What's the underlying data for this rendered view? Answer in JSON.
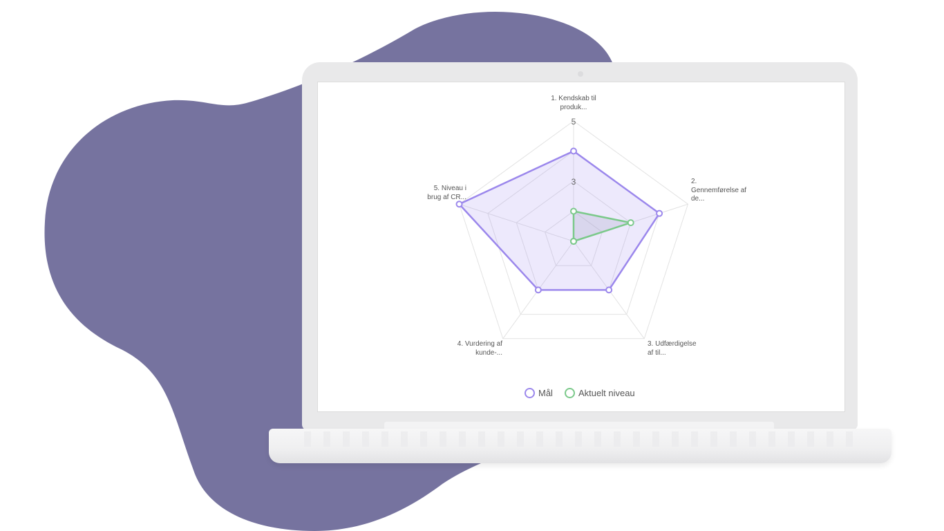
{
  "colors": {
    "blob": "#76739f",
    "target": "#9b87ec",
    "current": "#7bc98a"
  },
  "chart_data": {
    "type": "radar",
    "axes": [
      "1. Kendskab til produk...",
      "2. Gennemførelse af de...",
      "3. Udfærdigelse af til...",
      "4. Vurdering af kunde-...",
      "5. Niveau i brug af CR..."
    ],
    "axis_label_lines": [
      [
        "1. Kendskab til",
        "produk..."
      ],
      [
        "2.",
        "Gennemførelse af",
        "de..."
      ],
      [
        "3. Udfærdigelse",
        "af til..."
      ],
      [
        "4. Vurdering af",
        "kunde-..."
      ],
      [
        "5. Niveau i",
        "brug af CR..."
      ]
    ],
    "range": [
      1,
      5
    ],
    "tick_labels": [
      "3",
      "5"
    ],
    "grid_levels": [
      2,
      3,
      4,
      5
    ],
    "series": [
      {
        "name": "Mål",
        "values": [
          4,
          4,
          3,
          3,
          5
        ]
      },
      {
        "name": "Aktuelt niveau",
        "values": [
          2,
          3,
          1,
          1,
          1
        ]
      }
    ],
    "legend_position": "bottom"
  }
}
